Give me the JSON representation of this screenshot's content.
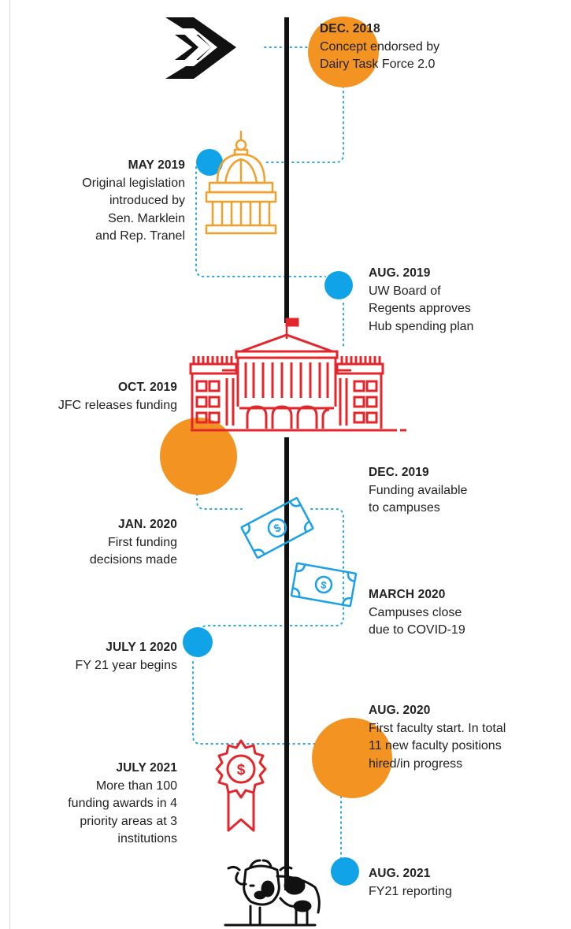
{
  "colors": {
    "line": "#111111",
    "dot_orange": "#f39422",
    "dot_blue": "#10a3e8",
    "connector": "#2aa7e0",
    "capitol": "#f2a02c",
    "building": "#e3262b",
    "money": "#1da1e6",
    "ribbon": "#e3262b"
  },
  "icons": {
    "logo": "arrow-logo-icon",
    "capitol": "capitol-dome-icon",
    "building": "state-building-icon",
    "money": "dollar-bill-icon",
    "award": "award-ribbon-icon",
    "cow": "cow-icon"
  },
  "events": [
    {
      "title": "DEC. 2018",
      "desc": "Concept endorsed by\nDairy Task Force 2.0",
      "side": "right",
      "marker": "orange"
    },
    {
      "title": "MAY 2019",
      "desc": "Original legislation\nintroduced by\nSen. Marklein\nand Rep. Tranel",
      "side": "left",
      "marker": "blue"
    },
    {
      "title": "AUG. 2019",
      "desc": "UW Board of\nRegents approves\nHub spending plan",
      "side": "right",
      "marker": "blue"
    },
    {
      "title": "OCT. 2019",
      "desc": "JFC releases funding",
      "side": "left",
      "marker": "orange"
    },
    {
      "title": "DEC. 2019",
      "desc": "Funding available\nto campuses",
      "side": "right",
      "marker": "none"
    },
    {
      "title": "JAN. 2020",
      "desc": "First funding\ndecisions made",
      "side": "left",
      "marker": "none"
    },
    {
      "title": "MARCH 2020",
      "desc": "Campuses close\ndue to COVID-19",
      "side": "right",
      "marker": "none"
    },
    {
      "title": "JULY 1 2020",
      "desc": "FY 21 year begins",
      "side": "left",
      "marker": "blue"
    },
    {
      "title": "AUG. 2020",
      "desc": "First faculty start. In total\n11 new faculty positions\nhired/in progress",
      "side": "right",
      "marker": "orange"
    },
    {
      "title": "JULY 2021",
      "desc": "More than 100\nfunding awards in 4\npriority areas at 3\ninstitutions",
      "side": "left",
      "marker": "none"
    },
    {
      "title": "AUG. 2021",
      "desc": "FY21 reporting",
      "side": "right",
      "marker": "blue"
    }
  ]
}
